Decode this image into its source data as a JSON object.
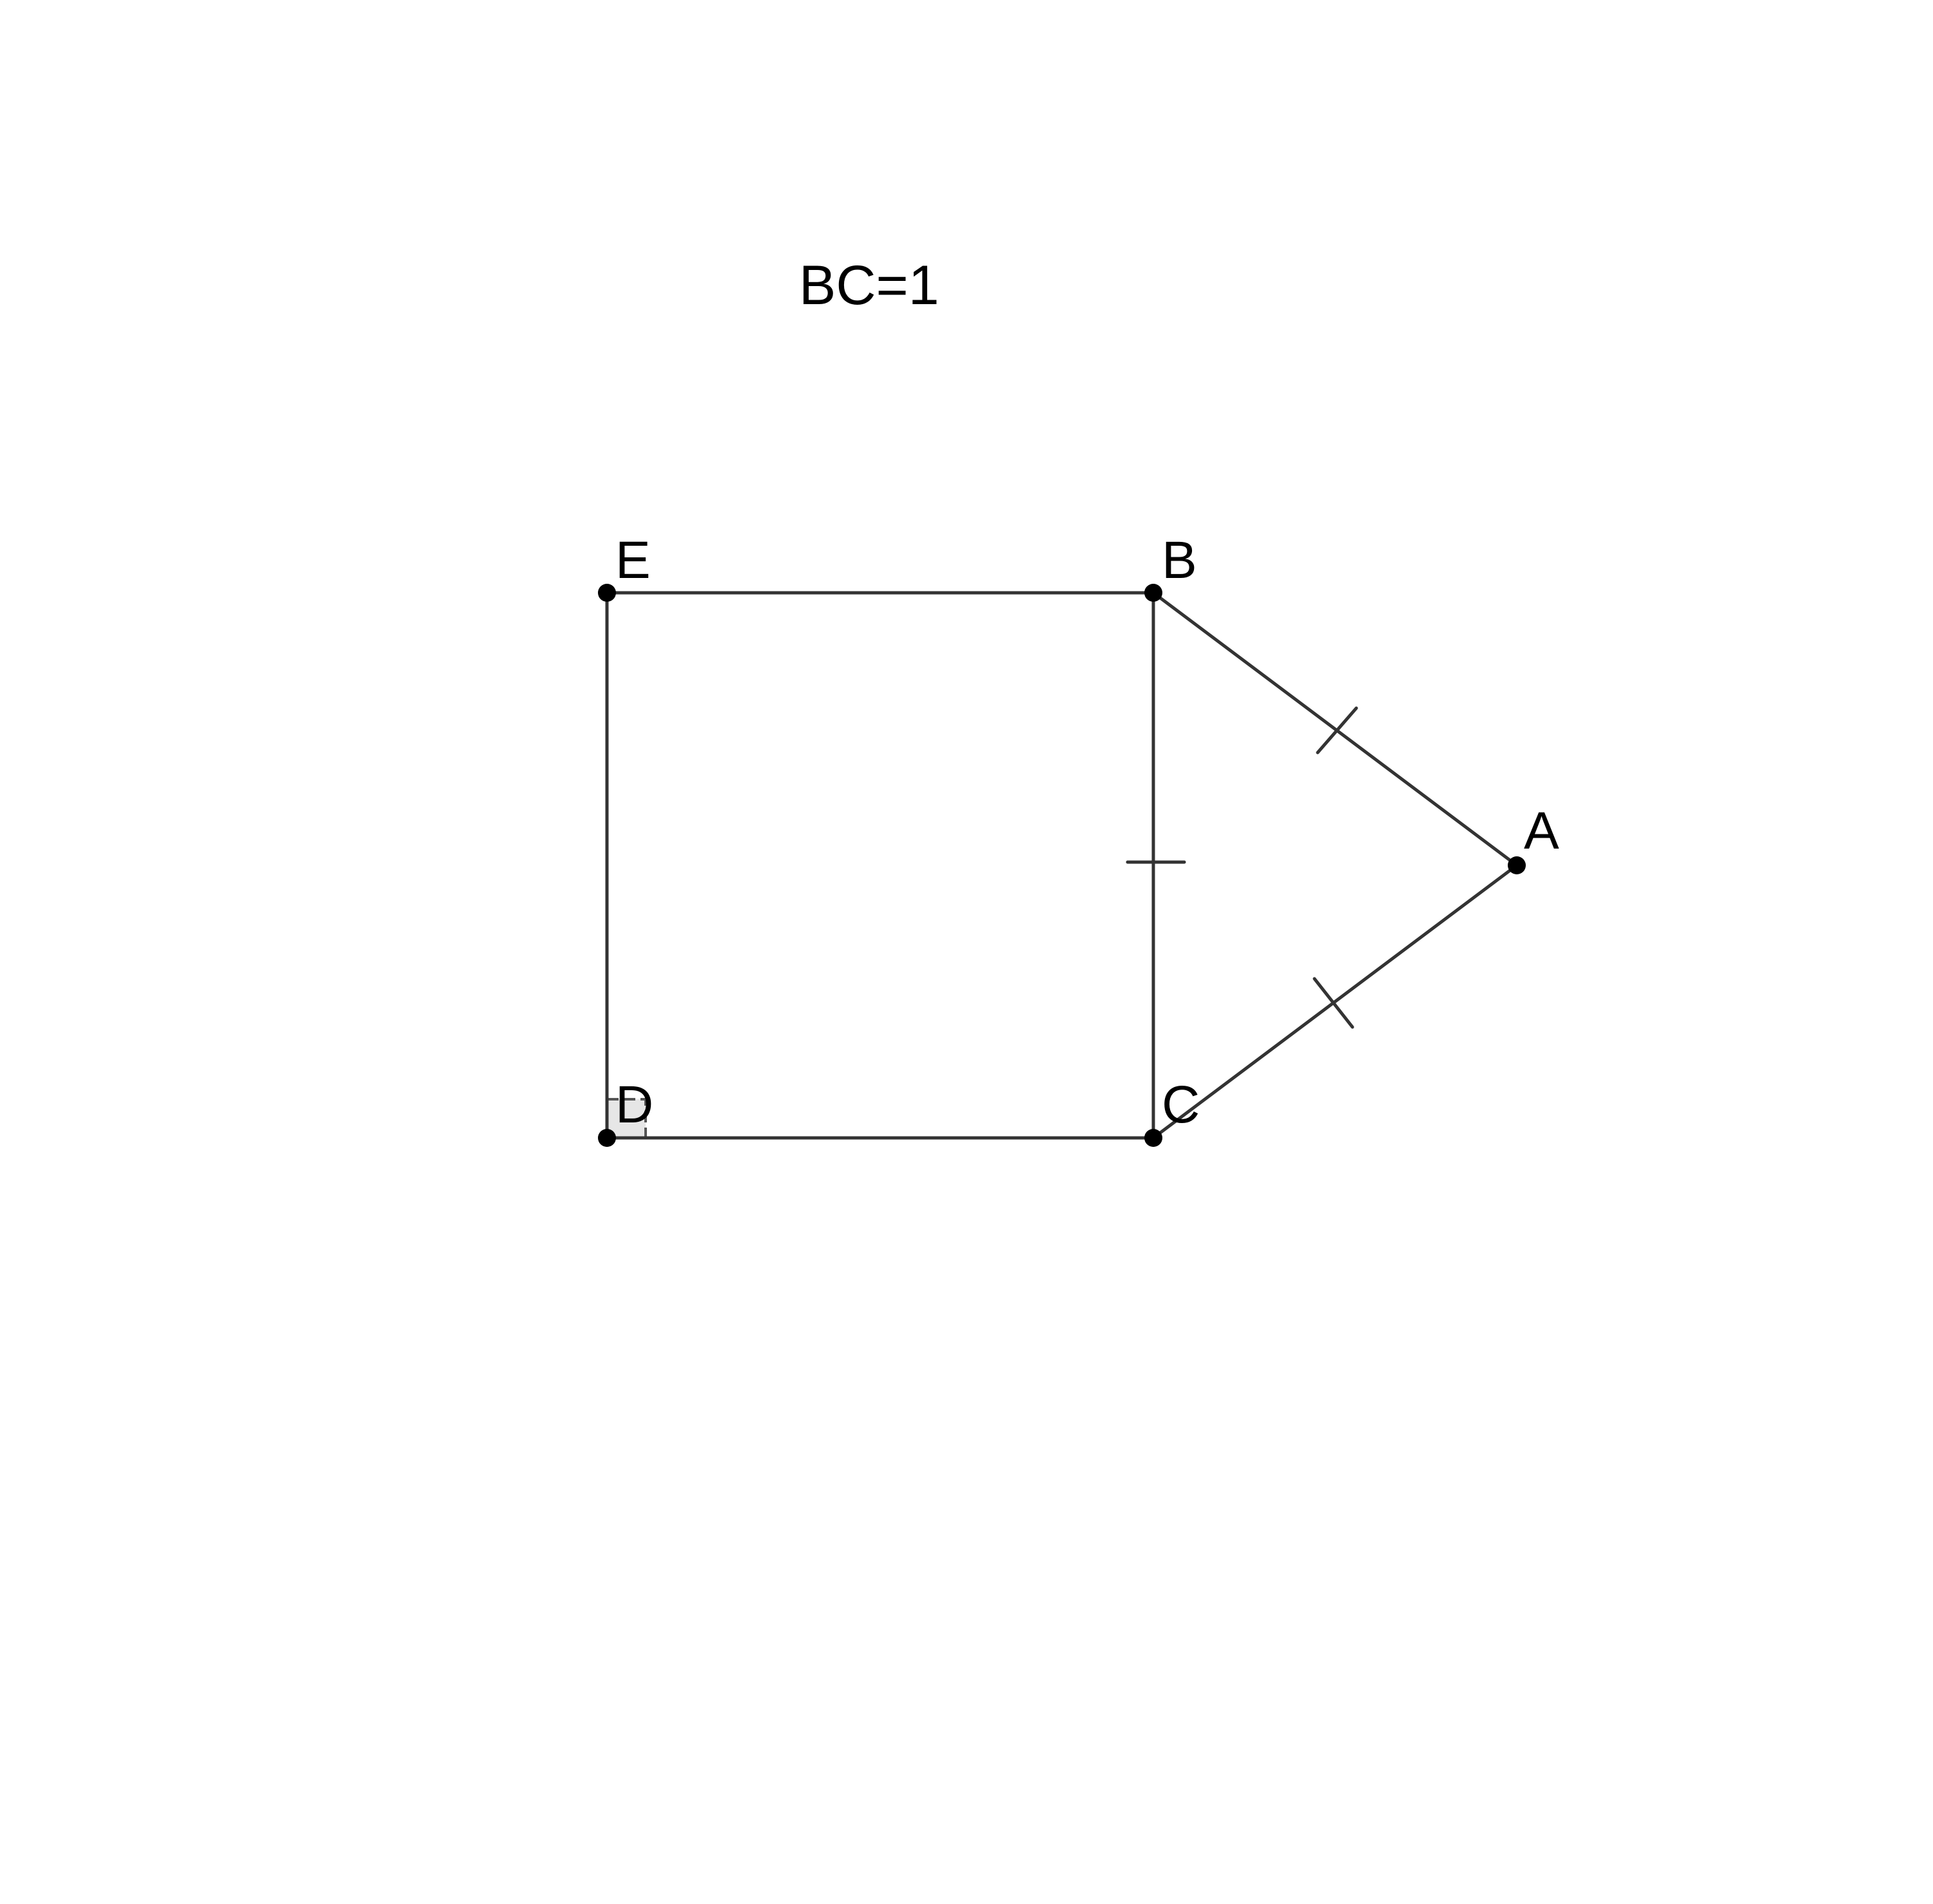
{
  "caption": "BC=1",
  "points": {
    "A": "A",
    "B": "B",
    "C": "C",
    "D": "D",
    "E": "E"
  },
  "colors": {
    "stroke": "#333333",
    "point": "#000000",
    "right_angle_fill": "#e6e6e6"
  }
}
